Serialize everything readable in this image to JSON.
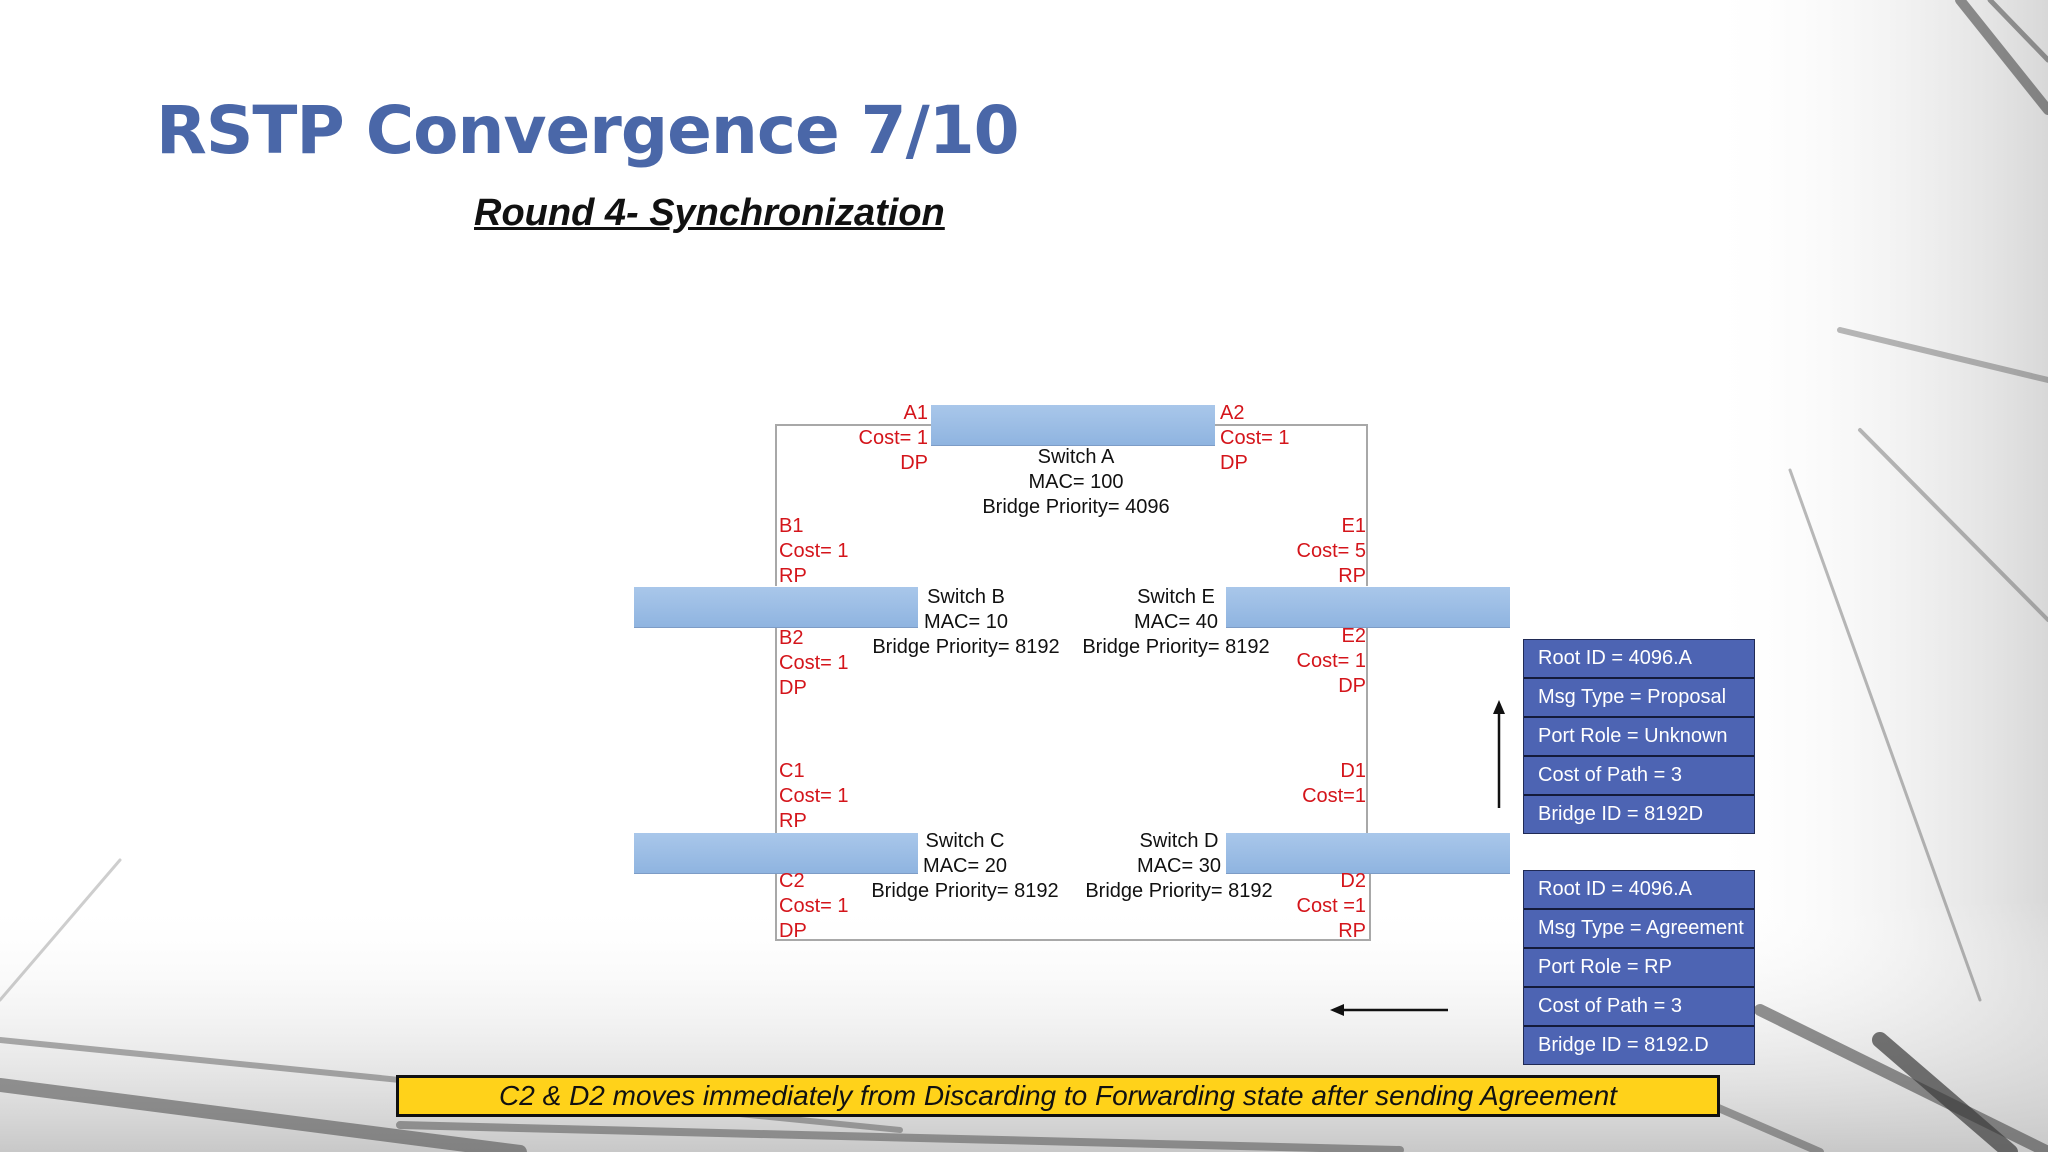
{
  "slide": {
    "title": "RSTP Convergence 7/10",
    "subtitle": "Round 4- Synchronization"
  },
  "switches": {
    "a": {
      "name": "Switch A",
      "mac": "MAC= 100",
      "priority": "Bridge Priority= 4096"
    },
    "b": {
      "name": "Switch B",
      "mac": "MAC= 10",
      "priority": "Bridge Priority= 8192"
    },
    "c": {
      "name": "Switch C",
      "mac": "MAC= 20",
      "priority": "Bridge Priority= 8192"
    },
    "d": {
      "name": "Switch D",
      "mac": "MAC= 30",
      "priority": "Bridge Priority= 8192"
    },
    "e": {
      "name": "Switch E",
      "mac": "MAC= 40",
      "priority": "Bridge Priority= 8192"
    }
  },
  "ports": {
    "a1": {
      "id": "A1",
      "cost": "Cost= 1",
      "role": "DP"
    },
    "a2": {
      "id": "A2",
      "cost": "Cost= 1",
      "role": "DP"
    },
    "b1": {
      "id": "B1",
      "cost": "Cost= 1",
      "role": "RP"
    },
    "b2": {
      "id": "B2",
      "cost": "Cost= 1",
      "role": "DP"
    },
    "c1": {
      "id": "C1",
      "cost": "Cost= 1",
      "role": "RP"
    },
    "c2": {
      "id": "C2",
      "cost": "Cost= 1",
      "role": "DP"
    },
    "d1": {
      "id": "D1",
      "cost": "Cost=1"
    },
    "d2": {
      "id": "D2",
      "cost": "Cost =1",
      "role": "RP"
    },
    "e1": {
      "id": "E1",
      "cost": "Cost= 5",
      "role": "RP"
    },
    "e2": {
      "id": "E2",
      "cost": "Cost= 1",
      "role": "DP"
    }
  },
  "bpdu_proposal": {
    "root_id": "Root ID = 4096.A",
    "msg_type": "Msg Type = Proposal",
    "port_role": "Port Role = Unknown",
    "cost_of_path": "Cost of Path = 3",
    "bridge_id": "Bridge ID = 8192D"
  },
  "bpdu_agreement": {
    "root_id": "Root ID = 4096.A",
    "msg_type": "Msg Type = Agreement",
    "port_role": "Port Role = RP",
    "cost_of_path": "Cost of Path = 3",
    "bridge_id": "Bridge ID = 8192.D"
  },
  "footer": {
    "note": "C2 & D2 moves immediately from Discarding to Forwarding state after sending Agreement"
  },
  "colors": {
    "title": "#4a67a8",
    "port_label": "#d4151b",
    "switch_bar": "#9bbde6",
    "bpdu_box": "#4d64b3",
    "banner": "#ffd21a"
  }
}
